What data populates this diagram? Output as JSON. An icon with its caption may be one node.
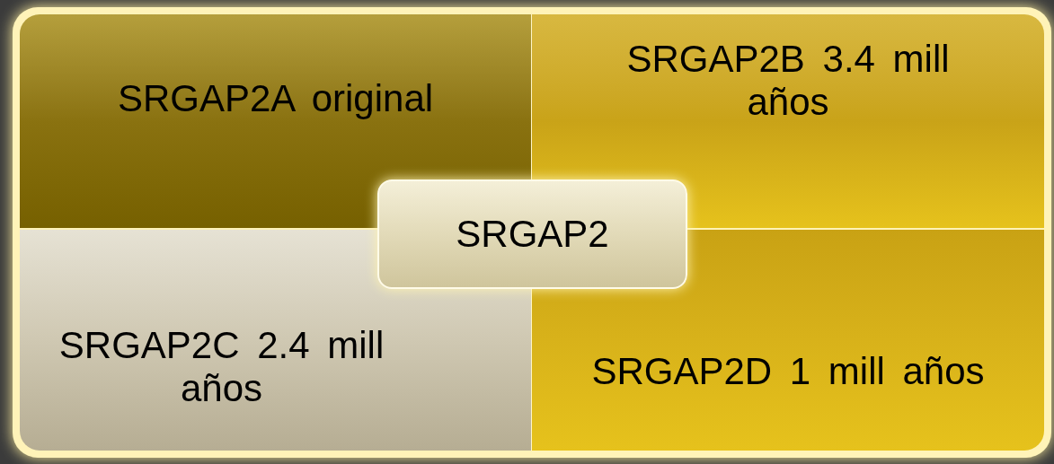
{
  "diagram": {
    "nodes": [
      {
        "text": [
          "SRGAP2A original"
        ]
      },
      {
        "text": [
          "SRGAP2B 3.4 mill años"
        ]
      },
      {
        "text": [
          "SRGAP2"
        ]
      },
      {
        "text": [
          "SRGAP2C 2.4 mill años"
        ]
      },
      {
        "text": [
          "SRGAP2D 1 mill años"
        ]
      }
    ]
  }
}
